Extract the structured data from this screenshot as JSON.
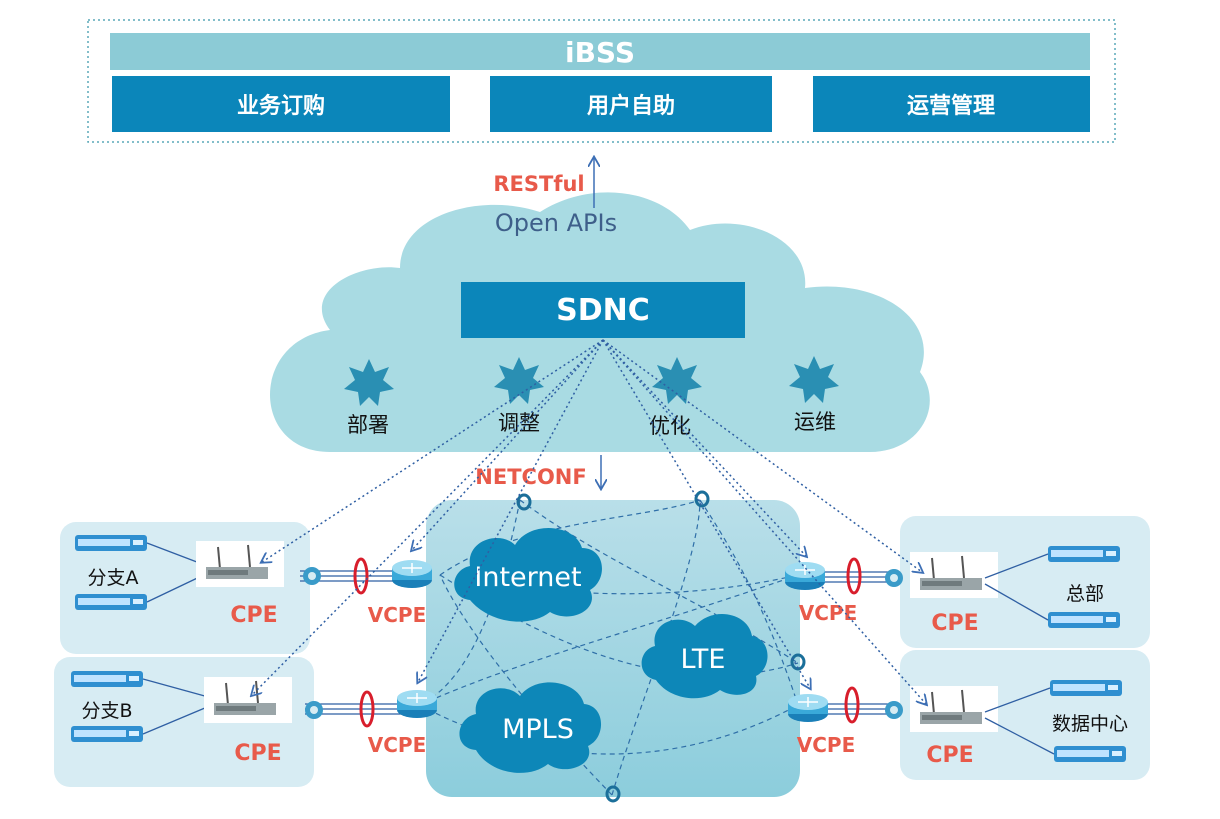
{
  "ibss": {
    "title": "iBSS",
    "modules": [
      "业务订购",
      "用户自助",
      "运营管理"
    ]
  },
  "northbound": {
    "protocol": "RESTful",
    "api": "Open APIs"
  },
  "controller": {
    "name": "SDNC",
    "functions": [
      "部署",
      "调整",
      "优化",
      "运维"
    ]
  },
  "southbound": {
    "protocol": "NETCONF"
  },
  "wan_clouds": [
    "Internet",
    "LTE",
    "MPLS"
  ],
  "sites": {
    "branch_a": "分支A",
    "branch_b": "分支B",
    "hq": "总部",
    "dc": "数据中心"
  },
  "device_labels": {
    "cpe": "CPE",
    "vcpe": "VCPE"
  },
  "colors": {
    "module_blue": "#0b86ba",
    "title_bar": "#8ccbd6",
    "cloud": "#a9dbe3",
    "accent_red": "#e85a4a",
    "site_bg": "#d7ecf3"
  }
}
